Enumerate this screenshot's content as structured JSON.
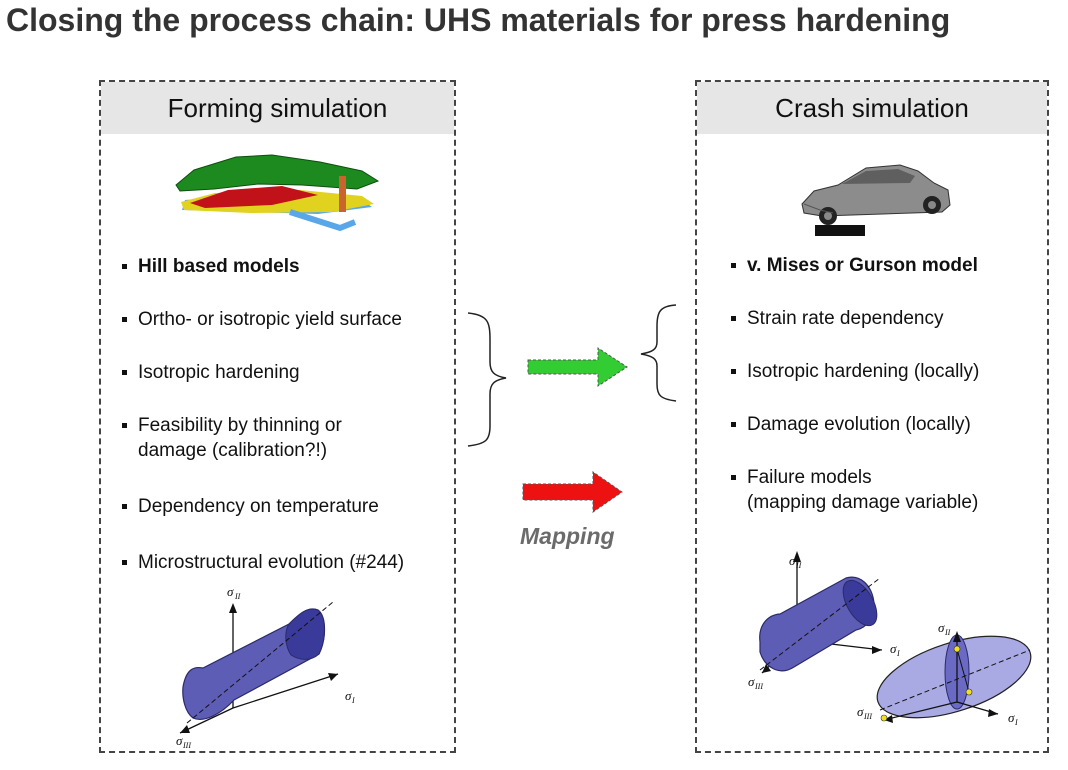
{
  "title": "Closing the process chain: UHS materials for press hardening",
  "forming": {
    "header": "Forming simulation",
    "bullets": [
      "Hill based models",
      "Ortho- or  isotropic yield surface",
      "Isotropic hardening",
      "Feasibility by thinning or",
      "damage (calibration?!)",
      "Dependency on temperature",
      "Microstructural evolution (#244)"
    ]
  },
  "crash": {
    "header": "Crash simulation",
    "bullets": [
      "v. Mises or Gurson model",
      "Strain rate dependency",
      "Isotropic hardening (locally)",
      "Damage evolution (locally)",
      "Failure models",
      "(mapping damage variable)"
    ]
  },
  "mapping_label": "Mapping",
  "axes": {
    "s1": "σ",
    "s2": "σ",
    "s3": "σ",
    "sub1": "I",
    "sub2": "II",
    "sub3": "III"
  },
  "colors": {
    "green_arrow": "#33cc33",
    "red_arrow": "#ee1111",
    "cylinder": "#5d5db5",
    "ellipse": "#a9a9e3",
    "header_bg": "#e6e6e6"
  }
}
